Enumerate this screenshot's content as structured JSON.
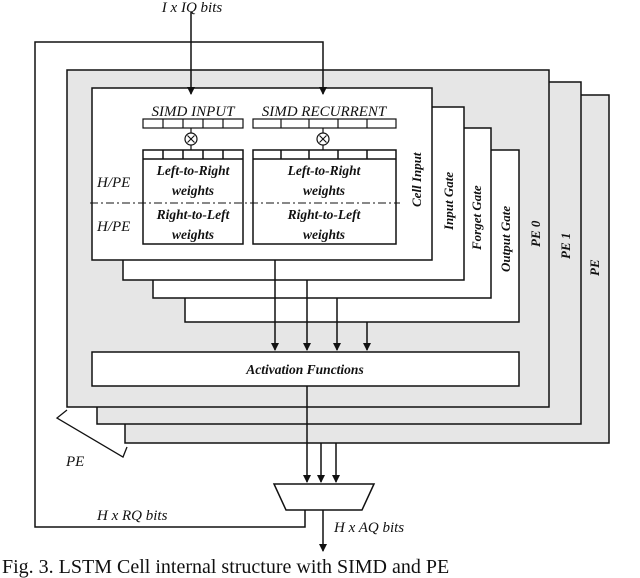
{
  "labels": {
    "input_bits": "I x IQ bits",
    "simd_input": "SIMD INPUT",
    "simd_recurrent": "SIMD RECURRENT",
    "hpe_top": "H/PE",
    "hpe_bottom": "H/PE",
    "ltr_weights_line1": "Left-to-Right",
    "ltr_weights_line2": "weights",
    "rtl_weights_line1": "Right-to-Left",
    "rtl_weights_line2": "weights",
    "cell_input": "Cell Input",
    "input_gate": "Input Gate",
    "forget_gate": "Forget Gate",
    "output_gate": "Output Gate",
    "pe0": "PE 0",
    "pe1": "PE 1",
    "pe": "PE",
    "pe_bracket": "PE",
    "activation_functions": "Activation Functions",
    "recurrent_bits": "H x RQ bits",
    "output_bits": "H x AQ bits",
    "multiply_symbol": "⊗"
  },
  "caption": "Fig. 3.  LSTM  Cell internal structure with SIMD and PE",
  "colors": {
    "pe_fill": "#e6e6e6",
    "box_fill": "#ffffff",
    "stroke": "#111111"
  }
}
